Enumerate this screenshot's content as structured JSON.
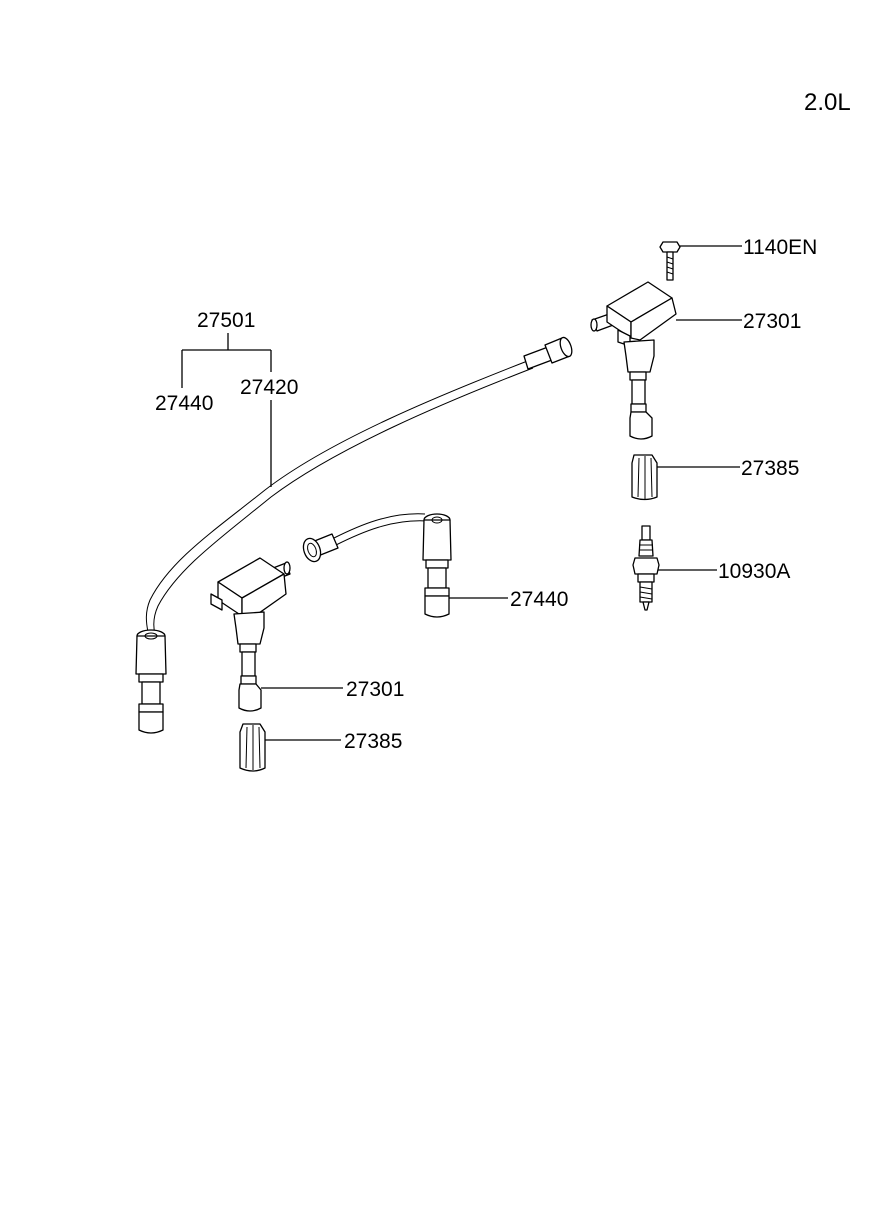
{
  "engine_label": "2.0L",
  "labels": {
    "bolt_top": "1140EN",
    "coil_top": "27301",
    "boot_top": "27385",
    "spark_plug": "10930A",
    "cable_set": "27501",
    "cable_left_ref": "27440",
    "cable_long": "27420",
    "cable_short": "27440",
    "coil_bottom": "27301",
    "boot_bottom": "27385"
  }
}
